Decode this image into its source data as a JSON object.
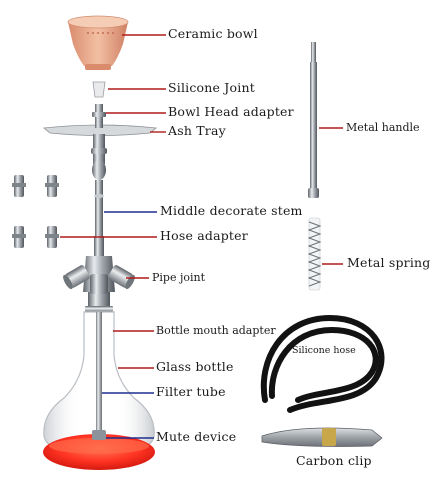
{
  "labels": {
    "ceramic_bowl": "Ceramic bowl",
    "silicone_joint": "Silicone Joint",
    "bowl_head_adapter": "Bowl Head adapter",
    "ash_tray": "Ash Tray",
    "middle_decorate_stem": "Middle decorate stem",
    "hose_adapter": "Hose adapter",
    "pipe_joint": "Pipe joint",
    "bottle_mouth_adapter": "Bottle mouth adapter",
    "glass_bottle": "Glass bottle",
    "filter_tube": "Filter tube",
    "mute_device": "Mute device",
    "metal_handle": "Metal handle",
    "metal_spring": "Metal spring",
    "silicone_hose": "Silicone hose",
    "carbon_clip": "Carbon clip"
  },
  "colors": {
    "leader_red": "#b01c1c",
    "leader_blue": "#1f2f8f",
    "bowl": "#e9a88b",
    "steel": "#9aa1a8",
    "base_red": "#ff2a1a",
    "hose": "#111111"
  }
}
